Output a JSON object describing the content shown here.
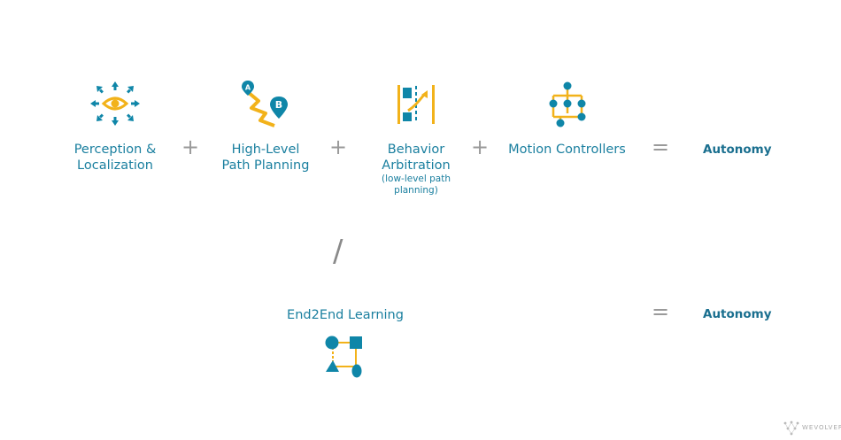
{
  "pipeline": {
    "perception_line1": "Perception &",
    "perception_line2": "Localization",
    "planning_line1": "High-Level",
    "planning_line2": "Path Planning",
    "behavior_line1": "Behavior",
    "behavior_line2": "Arbitration",
    "behavior_sub1": "(low-level path",
    "behavior_sub2": "planning)",
    "motion": "Motion Controllers",
    "plus": "+",
    "equals": "=",
    "result": "Autonomy"
  },
  "divider": "/",
  "end2end": {
    "label": "End2End Learning",
    "equals": "=",
    "result": "Autonomy"
  },
  "icons": {
    "perception": "eye-arrows-icon",
    "planning": "path-a-to-b-icon",
    "behavior": "lane-change-icon",
    "motion": "node-tree-icon",
    "end2end": "shapes-network-icon",
    "planning_marker_a": "A",
    "planning_marker_b": "B"
  },
  "colors": {
    "teal": "#0f86a8",
    "gold": "#f2b21a",
    "gray": "#9a9a9a"
  },
  "brand": "WEVOLVER"
}
